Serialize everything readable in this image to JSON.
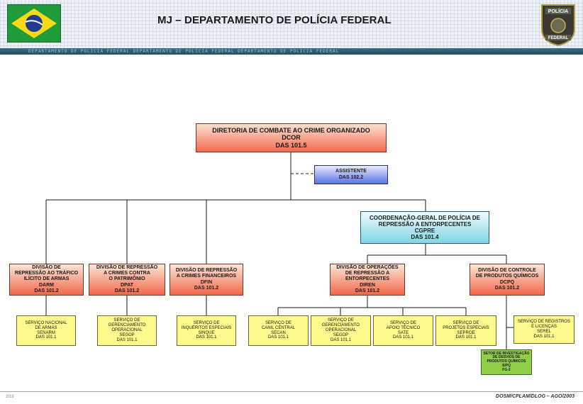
{
  "header": {
    "title": "MJ – DEPARTAMENTO DE POLÍCIA FEDERAL",
    "band_text": "DEPARTAMENTO DE POLICIA FEDERAL  DEPARTAMENTO DE POLICIA FEDERAL  DEPARTAMENTO DE POLICIA FEDERAL",
    "seal_text_top": "POLÍCIA",
    "seal_text_bottom": "FEDERAL"
  },
  "org": {
    "dcor": {
      "line1": "DIRETORIA DE COMBATE AO CRIME ORGANIZADO",
      "line2": "DCOR",
      "line3": "DAS 101.5"
    },
    "assistente": {
      "line1": "ASSISTENTE",
      "line2": "DAS 102.2"
    },
    "cgpre": {
      "line1": "COORDENAÇÃO-GERAL DE POLÍCIA DE",
      "line2": "REPRESSÃO A ENTORPECENTES",
      "line3": "CGPRE",
      "line4": "DAS 101.4"
    },
    "darm": {
      "line1": "DIVISÃO DE",
      "line2": "REPRESSÃO AO TRÁFICO",
      "line3": "ILÍCITO DE ARMAS",
      "line4": "DARM",
      "line5": "DAS 101.2"
    },
    "dpat": {
      "line1": "DIVISÃO DE REPRESSÃO",
      "line2": "A CRIMES CONTRA",
      "line3": "O PATRIMÔNIO",
      "line4": "DPAT",
      "line5": "DAS 101.2"
    },
    "dfin": {
      "line1": "DIVISÃO DE REPRESSÃO",
      "line2": "A CRIMES FINANCEIROS",
      "line3": "DFIN",
      "line4": "DAS 101.2"
    },
    "diren": {
      "line1": "DIVISÃO DE OPERAÇÕES",
      "line2": "DE REPRESSÃO A",
      "line3": "ENTORPECENTES",
      "line4": "DIREN",
      "line5": "DAS 101.2"
    },
    "dcpq": {
      "line1": "DIVISÃO DE CONTROLE",
      "line2": "DE PRODUTOS QUÍMICOS",
      "line3": "DCPQ",
      "line4": "DAS 101.2"
    },
    "senarm": {
      "line1": "SERVIÇO NACIONAL",
      "line2": "DE ARMAS",
      "line3": "SENARM",
      "line4": "DAS 101.1"
    },
    "segop1": {
      "line1": "SERVIÇO DE",
      "line2": "GERENCIAMENTO",
      "line3": "OPERACIONAL",
      "line4": "SEGOP",
      "line5": "DAS 101.1"
    },
    "sinque": {
      "line1": "SERVIÇO DE",
      "line2": "INQUÉRITOS ESPECIAIS",
      "line3": "SINQUE",
      "line4": "DAS 101.1"
    },
    "secan": {
      "line1": "SERVIÇO DE",
      "line2": "CANIL CENTRAL",
      "line3": "SECAN",
      "line4": "DAS 101.1"
    },
    "segop2": {
      "line1": "SERVIÇO DE",
      "line2": "GERENCIAMENTO",
      "line3": "OPERACIONAL",
      "line4": "SEGOP",
      "line5": "DAS 101.1"
    },
    "sate": {
      "line1": "SERVIÇO DE",
      "line2": "APOIO TÉCNICO",
      "line3": "SATE",
      "line4": "DAS 101.1"
    },
    "seproe": {
      "line1": "SERVIÇO DE",
      "line2": "PROJETOS ESPECIAIS",
      "line3": "SEPROE",
      "line4": "DAS 101.1"
    },
    "serel": {
      "line1": "SERVIÇO DE REGISTROS",
      "line2": "E LICENÇAS",
      "line3": "SEREL",
      "line4": "DAS 101.1"
    },
    "sipq": {
      "line1": "SETOR DE INVESTIGAÇÃO",
      "line2": "DE DESVIOS DE",
      "line3": "PRODUTOS QUÍMICOS",
      "line4": "SIPQ",
      "line5": "FG-2"
    }
  },
  "footer": {
    "right": "DOSM/CPLAM/DLOG – AGO/2003",
    "left": "2/16"
  },
  "colors": {
    "band": "#1f4f63",
    "division": "#f0684c",
    "service": "#fcfa8c",
    "coordination": "#7fd6e6",
    "assistant": "#5a72e6",
    "sector": "#8fcf45"
  }
}
